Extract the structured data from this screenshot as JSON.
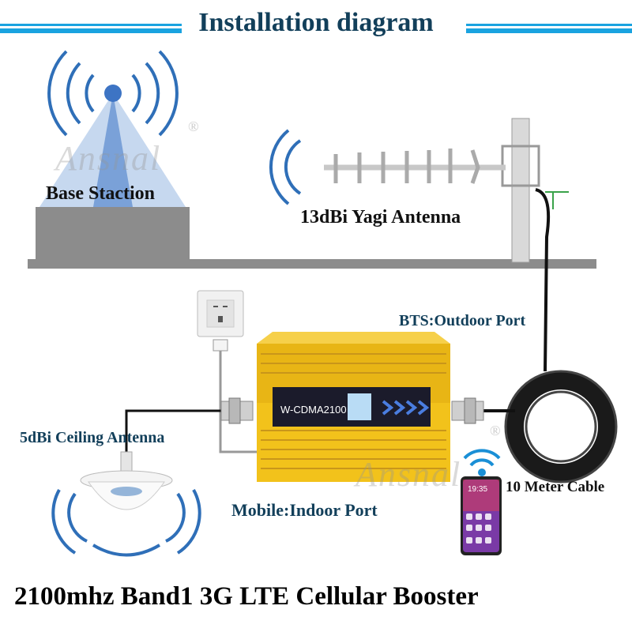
{
  "title": "Installation diagram",
  "labels": {
    "base_station": "Base Staction",
    "yagi_antenna": "13dBi Yagi Antenna",
    "bts_port": "BTS:Outdoor Port",
    "ceiling_antenna": "5dBi Ceiling Antenna",
    "mobile_port": "Mobile:Indoor Port",
    "cable": "10 Meter Cable"
  },
  "booster": {
    "model": "W-CDMA2100"
  },
  "phone": {
    "time": "19:35"
  },
  "watermark": "Ansnal",
  "registered_mark": "®",
  "footer": "2100mhz Band1 3G LTE Cellular Booster",
  "colors": {
    "title": "#123f5a",
    "title_bar": "#1aa3e0",
    "booster_gold": "#f2c21b",
    "ground": "#8c8c8c",
    "signal_blue": "#2f6fb8",
    "cable": "#111111"
  }
}
